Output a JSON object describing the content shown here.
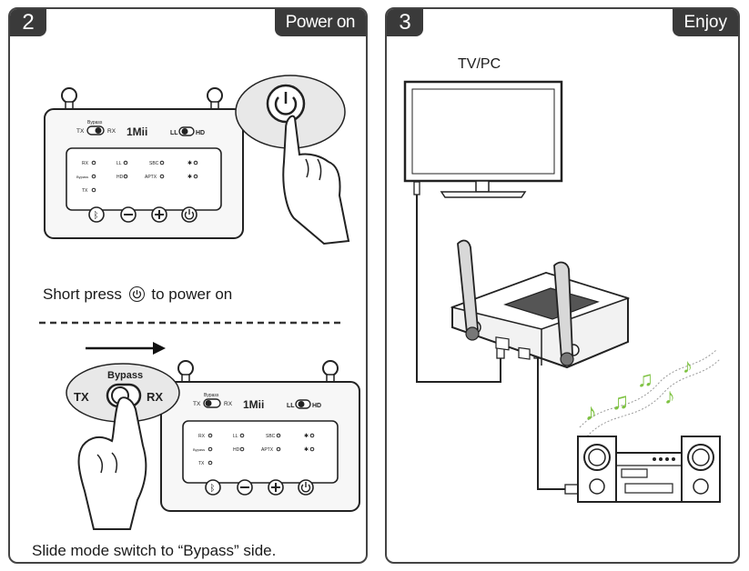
{
  "step2": {
    "number": "2",
    "tag": "Power on",
    "instruction_power_before": "Short press",
    "instruction_power_after": "to power on",
    "instruction_slide": "Slide mode switch to “Bypass” side.",
    "device": {
      "switch_label": "Bypass",
      "tx": "TX",
      "rx": "RX",
      "brand": "1Mii",
      "ll": "LL",
      "hd": "HD",
      "indicators": [
        "RX",
        "LL",
        "SBC",
        "Bypass",
        "HD",
        "APTX",
        "TX"
      ]
    },
    "zoom_switch": {
      "label": "Bypass",
      "tx": "TX",
      "rx": "RX"
    }
  },
  "step3": {
    "number": "3",
    "tag": "Enjoy",
    "tv_label": "TV/PC"
  },
  "colors": {
    "accent_dark": "#3a3a3a",
    "music_notes": "#7ec242",
    "device_fill": "#f7f7f7"
  },
  "icons": [
    "power-icon",
    "bluetooth-icon",
    "minus-icon",
    "plus-icon",
    "music-note-icon",
    "arrow-right-icon"
  ]
}
